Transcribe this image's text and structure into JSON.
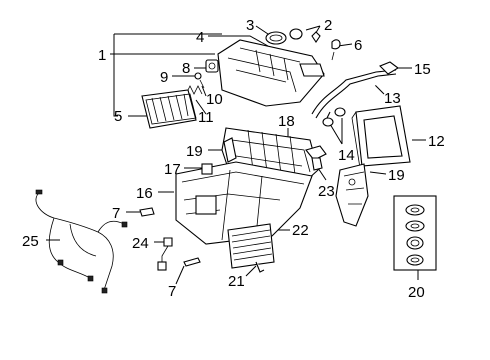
{
  "diagram": {
    "callouts": [
      {
        "id": "c1",
        "label": "1"
      },
      {
        "id": "c2",
        "label": "2"
      },
      {
        "id": "c3",
        "label": "3"
      },
      {
        "id": "c4",
        "label": "4"
      },
      {
        "id": "c5",
        "label": "5"
      },
      {
        "id": "c6",
        "label": "6"
      },
      {
        "id": "c7a",
        "label": "7"
      },
      {
        "id": "c7b",
        "label": "7"
      },
      {
        "id": "c8",
        "label": "8"
      },
      {
        "id": "c9",
        "label": "9"
      },
      {
        "id": "c10",
        "label": "10"
      },
      {
        "id": "c11",
        "label": "11"
      },
      {
        "id": "c12",
        "label": "12"
      },
      {
        "id": "c13",
        "label": "13"
      },
      {
        "id": "c14",
        "label": "14"
      },
      {
        "id": "c15",
        "label": "15"
      },
      {
        "id": "c16",
        "label": "16"
      },
      {
        "id": "c17",
        "label": "17"
      },
      {
        "id": "c18",
        "label": "18"
      },
      {
        "id": "c19a",
        "label": "19"
      },
      {
        "id": "c19b",
        "label": "19"
      },
      {
        "id": "c20",
        "label": "20"
      },
      {
        "id": "c21",
        "label": "21"
      },
      {
        "id": "c22",
        "label": "22"
      },
      {
        "id": "c23",
        "label": "23"
      },
      {
        "id": "c24",
        "label": "24"
      },
      {
        "id": "c25",
        "label": "25"
      }
    ]
  }
}
